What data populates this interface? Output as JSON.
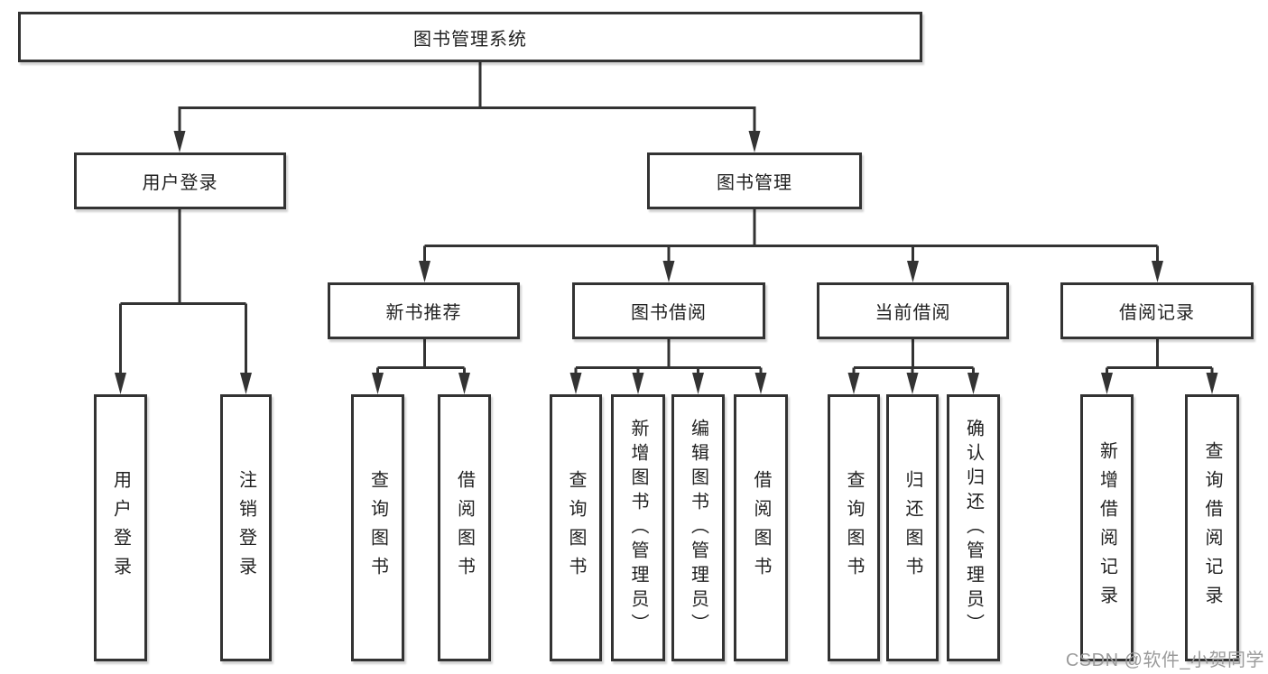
{
  "diagram": {
    "root": "图书管理系统",
    "level2": {
      "user_login": "用户登录",
      "book_management": "图书管理"
    },
    "level3": [
      "新书推荐",
      "图书借阅",
      "当前借阅",
      "借阅记录"
    ],
    "leaves": {
      "user": [
        "用户登录",
        "注销登录"
      ],
      "new_book": [
        "查询图书",
        "借阅图书"
      ],
      "book_borrow": [
        "查询图书",
        "新增图书（管理员）",
        "编辑图书（管理员）",
        "借阅图书"
      ],
      "current_borrow": [
        "查询图书",
        "归还图书",
        "确认归还（管理员）"
      ],
      "borrow_records": [
        "新增借阅记录",
        "查询借阅记录"
      ]
    }
  },
  "icons": {
    "arrowhead": "▼"
  },
  "watermark": "CSDN @软件_小贺同学",
  "colors": {
    "line": "#333333",
    "text": "#222222",
    "watermark": "#9b9b9b",
    "background": "#ffffff"
  }
}
